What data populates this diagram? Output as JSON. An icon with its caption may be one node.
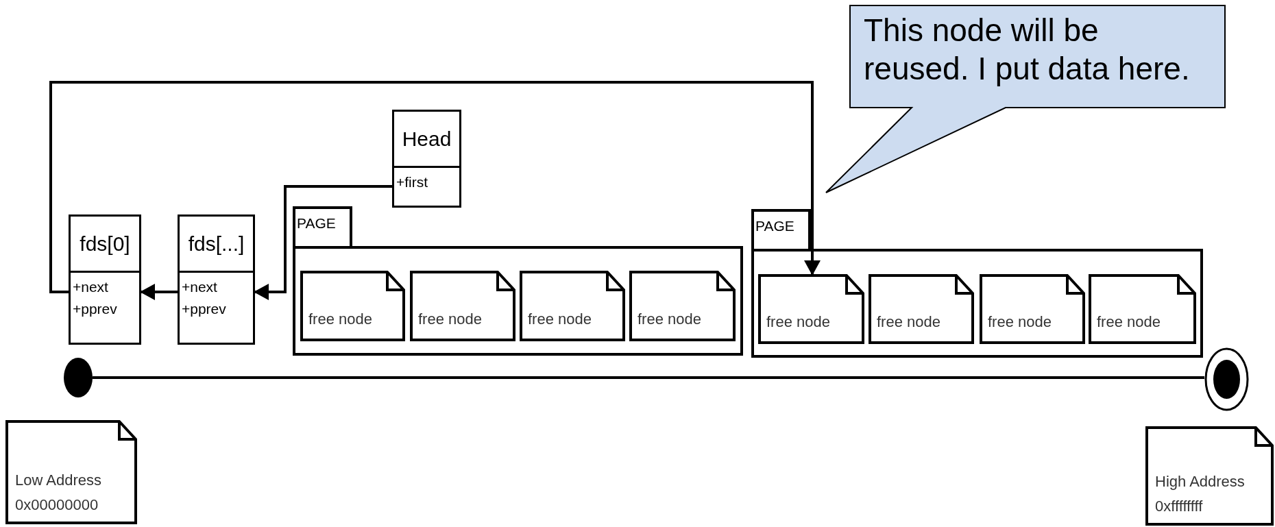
{
  "diagram": {
    "nodes": [
      {
        "text": [
          "This node will be reused. I put data here."
        ]
      },
      {
        "text": [
          "Head",
          "+first"
        ]
      },
      {
        "text": [
          "fds[0]",
          "+next",
          "+pprev"
        ]
      },
      {
        "text": [
          "fds[...]",
          "+next",
          "+pprev"
        ]
      },
      {
        "text": [
          "PAGE"
        ]
      },
      {
        "text": [
          "free node"
        ],
        "in": 4
      },
      {
        "text": [
          "free node"
        ],
        "in": 4
      },
      {
        "text": [
          "free node"
        ],
        "in": 4
      },
      {
        "text": [
          "free node"
        ],
        "in": 4
      },
      {
        "text": [
          "PAGE"
        ]
      },
      {
        "text": [
          "free node"
        ],
        "in": 9
      },
      {
        "text": [
          "free node"
        ],
        "in": 9
      },
      {
        "text": [
          "free node"
        ],
        "in": 9
      },
      {
        "text": [
          "free node"
        ],
        "in": 9
      },
      {
        "text": [],
        "shape": "circle"
      },
      {
        "text": [],
        "shape": "circle"
      },
      {
        "text": [
          "Low Address",
          "0x00000000"
        ]
      },
      {
        "text": [
          "High Address",
          "0xffffffff"
        ]
      }
    ],
    "edges": [
      {
        "from": 1,
        "to": 3,
        "arrow": "to"
      },
      {
        "from": 3,
        "to": 2,
        "arrow": "to"
      },
      {
        "from": 2,
        "to": 10,
        "arrow": "to"
      },
      {
        "from": 14,
        "to": 15,
        "arrow": "none"
      }
    ]
  }
}
